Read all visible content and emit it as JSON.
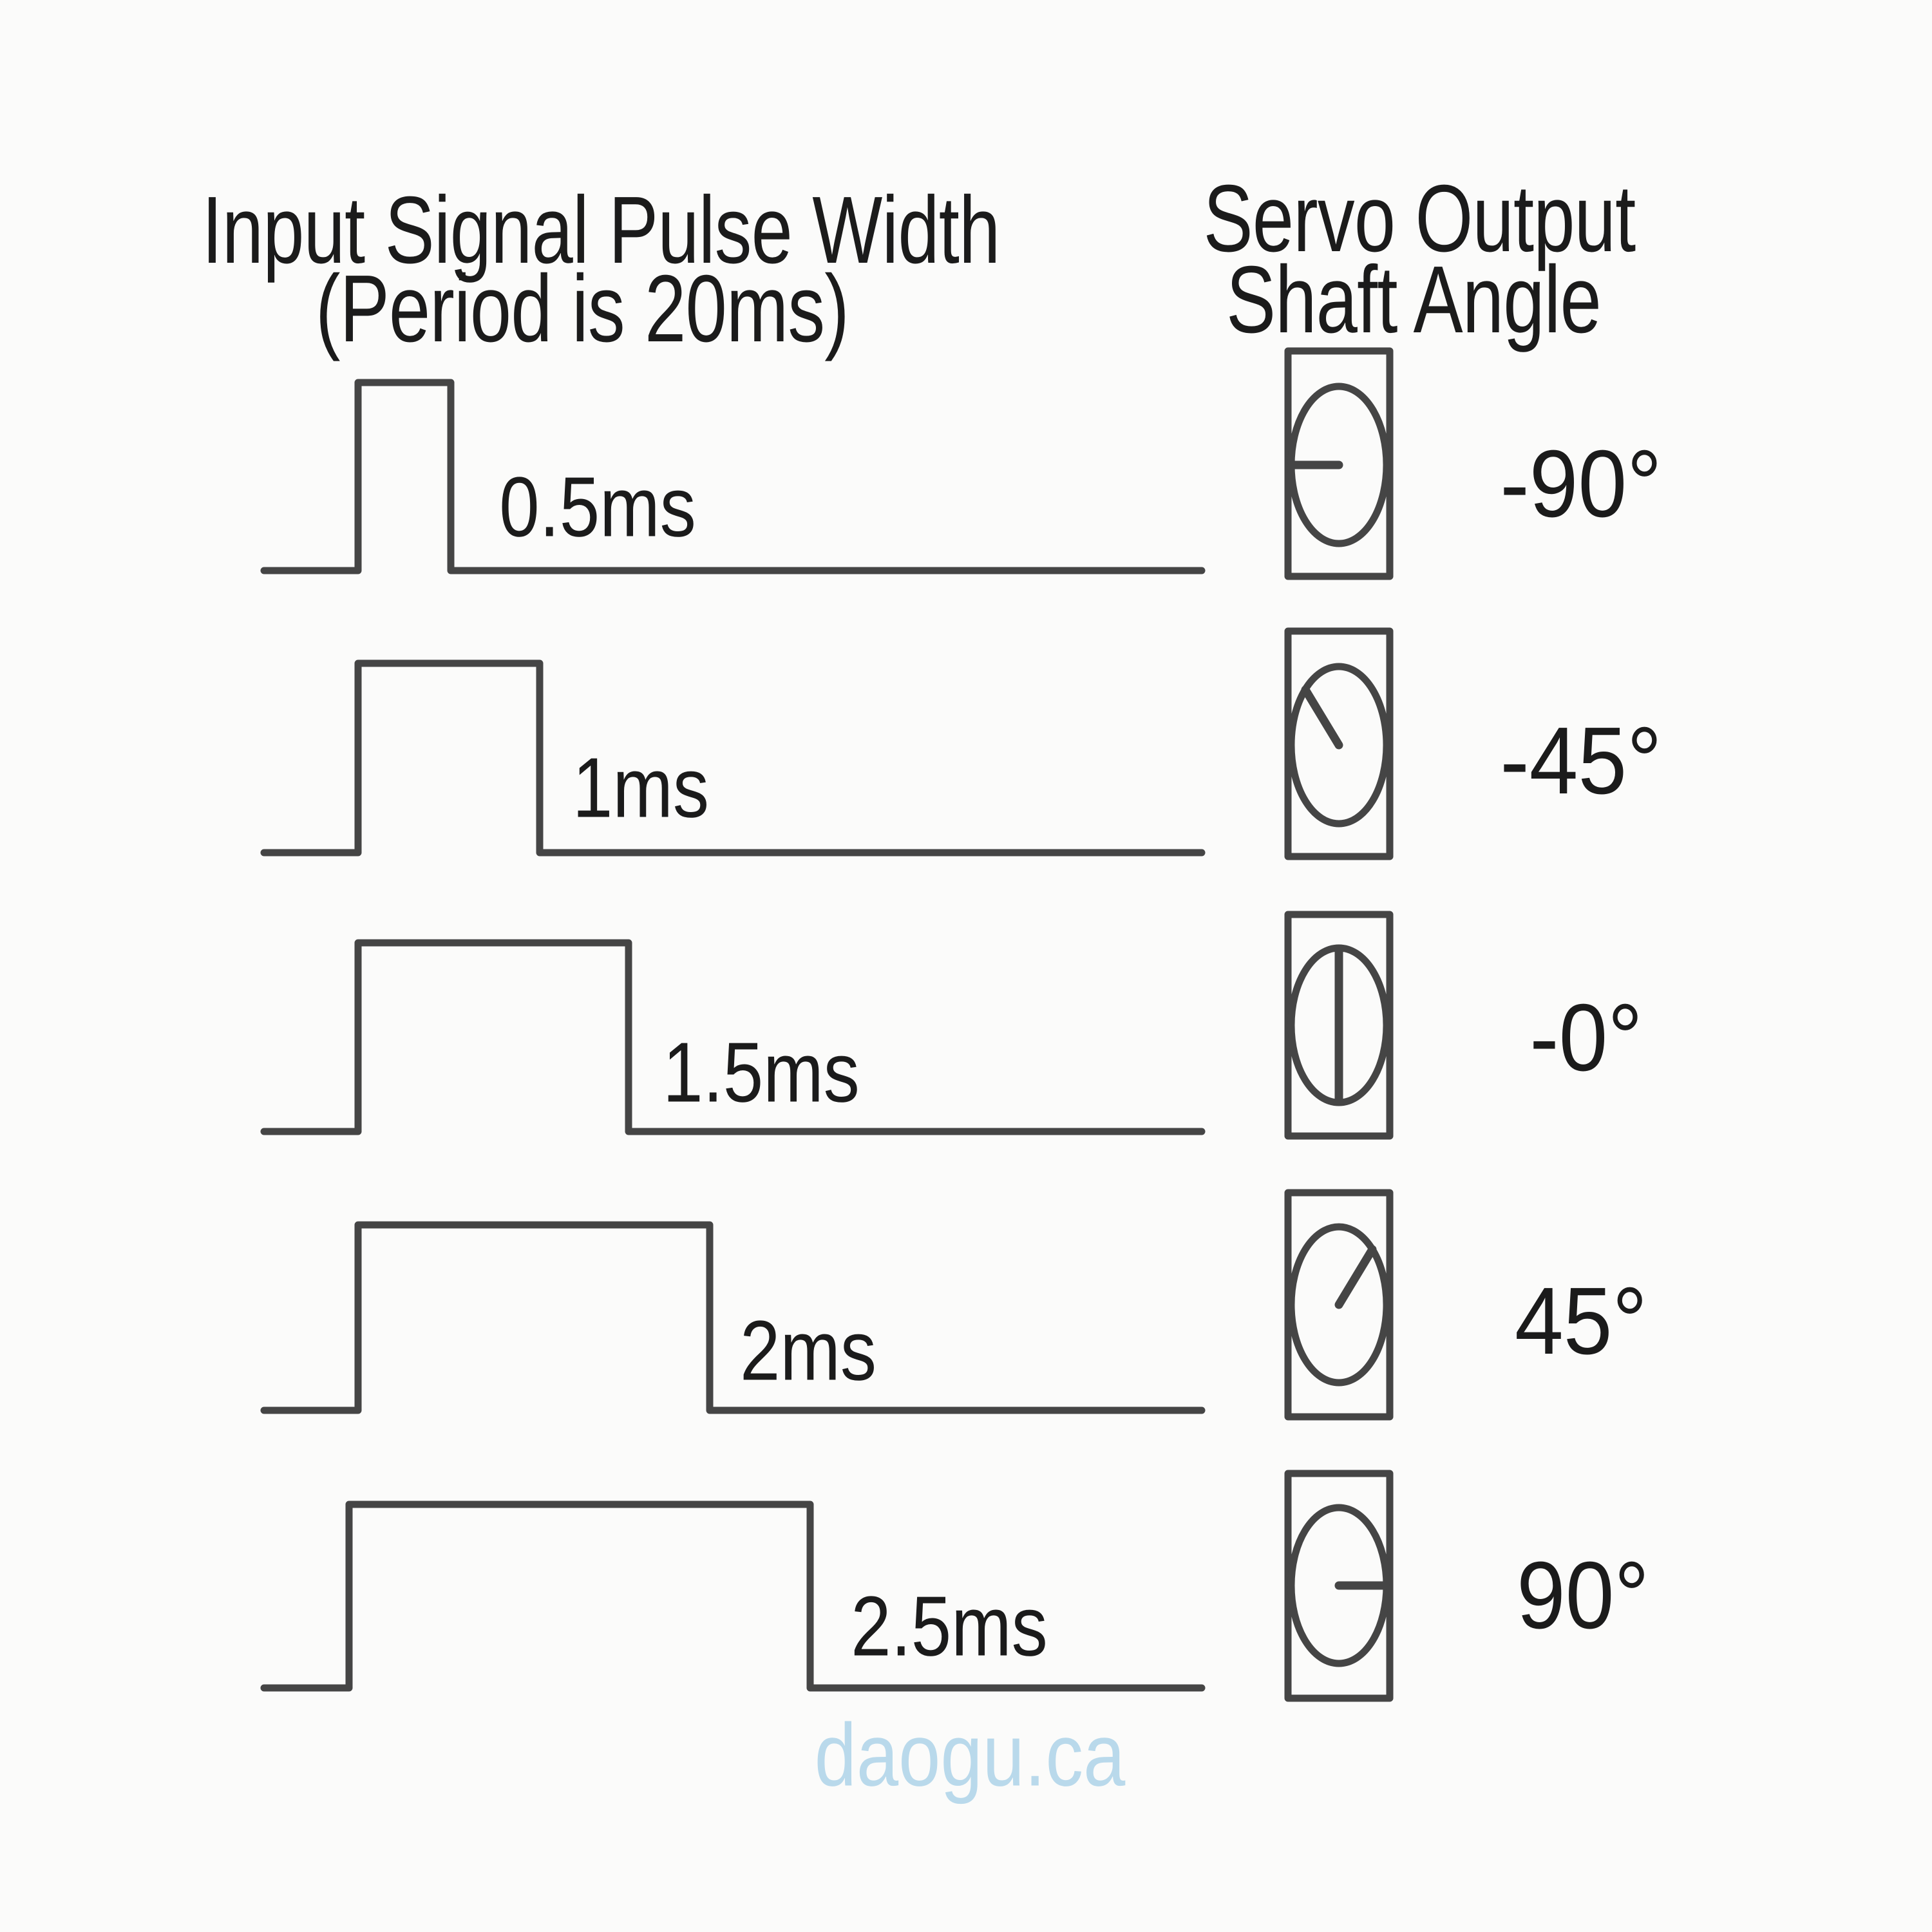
{
  "titles": {
    "input": {
      "line1": "Input Signal Pulse Width",
      "line2": "(Period is 20ms)"
    },
    "output": {
      "line1": "Servo Output",
      "line2": "Shaft Angle"
    }
  },
  "signal": {
    "period_ms": 20
  },
  "rows": [
    {
      "pulse_width_ms": 0.5,
      "pulse_label": "0.5ms",
      "servo_angle_deg": -90,
      "angle_label": "-90°",
      "pointer_direction": "left"
    },
    {
      "pulse_width_ms": 1.0,
      "pulse_label": "1ms",
      "servo_angle_deg": -45,
      "angle_label": "-45°",
      "pointer_direction": "up-left"
    },
    {
      "pulse_width_ms": 1.5,
      "pulse_label": "1.5ms",
      "servo_angle_deg": 0,
      "angle_label": "-0°",
      "pointer_direction": "vertical"
    },
    {
      "pulse_width_ms": 2.0,
      "pulse_label": "2ms",
      "servo_angle_deg": 45,
      "angle_label": "45°",
      "pointer_direction": "up-right"
    },
    {
      "pulse_width_ms": 2.5,
      "pulse_label": "2.5ms",
      "servo_angle_deg": 90,
      "angle_label": "90°",
      "pointer_direction": "right"
    }
  ],
  "watermark": {
    "text": "daogu.ca",
    "color": "#b9d9eb"
  },
  "colors": {
    "stroke": "#454545",
    "text": "#1b1b1b",
    "background": "#fbfbfa"
  }
}
